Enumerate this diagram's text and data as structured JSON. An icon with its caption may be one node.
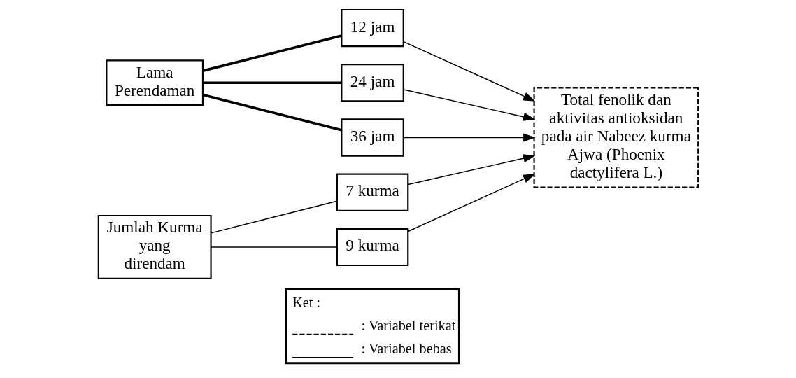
{
  "diagram": {
    "nodes": [
      {
        "text": [
          "Lama Perendaman"
        ]
      },
      {
        "text": [
          "Jumlah Kurma yang direndam"
        ]
      },
      {
        "text": [
          "12 jam"
        ]
      },
      {
        "text": [
          "24 jam"
        ]
      },
      {
        "text": [
          "36 jam"
        ]
      },
      {
        "text": [
          "7 kurma"
        ]
      },
      {
        "text": [
          "9 kurma"
        ]
      },
      {
        "text": [
          "Total fenolik dan aktivitas antioksidan pada air Nabeez kurma Ajwa (Phoenix dactylifera L.)"
        ]
      }
    ],
    "edges": [
      {
        "from": 0,
        "to": 2,
        "arrow": "none",
        "style": "thick"
      },
      {
        "from": 0,
        "to": 3,
        "arrow": "none",
        "style": "thick"
      },
      {
        "from": 0,
        "to": 4,
        "arrow": "none",
        "style": "thick"
      },
      {
        "from": 1,
        "to": 5,
        "arrow": "none"
      },
      {
        "from": 1,
        "to": 6,
        "arrow": "none"
      },
      {
        "from": 2,
        "to": 7,
        "arrow": "to"
      },
      {
        "from": 3,
        "to": 7,
        "arrow": "to"
      },
      {
        "from": 4,
        "to": 7,
        "arrow": "to"
      },
      {
        "from": 5,
        "to": 7,
        "arrow": "to"
      },
      {
        "from": 6,
        "to": 7,
        "arrow": "to"
      }
    ],
    "labels": [
      "Ket :"
    ],
    "legend": [
      {
        "text": ": Variabel terikat"
      },
      {
        "text": ": Variabel bebas"
      }
    ]
  }
}
